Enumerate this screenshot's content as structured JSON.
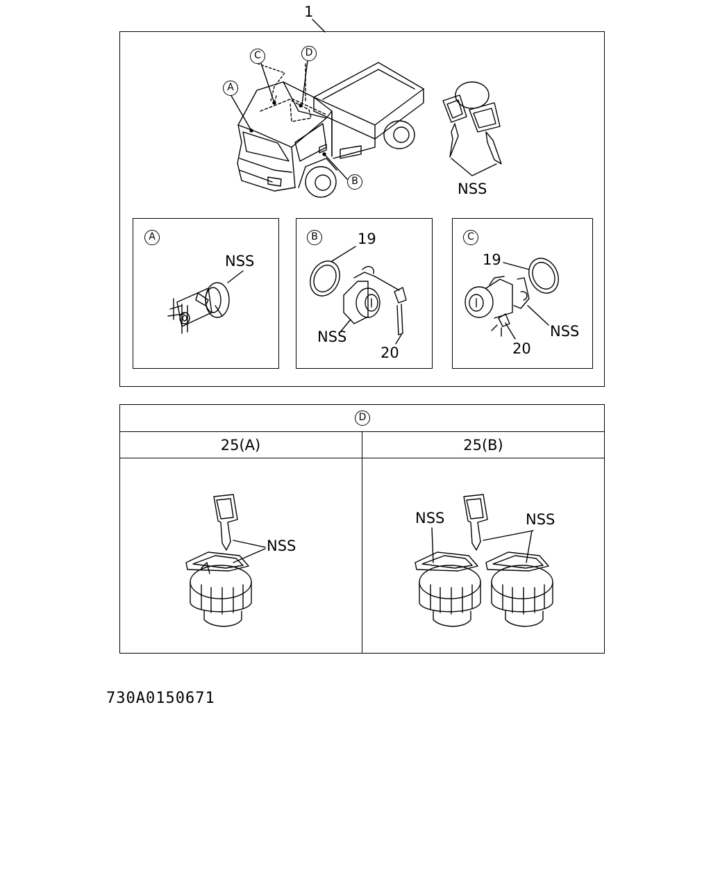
{
  "diagram": {
    "assembly_number": "1",
    "callout_a": "A",
    "callout_b": "B",
    "callout_c": "C",
    "callout_d": "D",
    "truck_keys_label": "NSS",
    "panel_a": {
      "title": "A",
      "part_label": "NSS"
    },
    "panel_b": {
      "title": "B",
      "ring_label": "19",
      "cylinder_label": "NSS",
      "rod_label": "20"
    },
    "panel_c": {
      "title": "C",
      "ring_label": "19",
      "cylinder_label": "NSS",
      "rod_label": "20"
    },
    "table": {
      "title": "D",
      "col_a_header": "25(A)",
      "col_b_header": "25(B)",
      "col_a_label": "NSS",
      "col_b_label_left": "NSS",
      "col_b_label_right": "NSS"
    },
    "image_code": "730A0150671"
  }
}
